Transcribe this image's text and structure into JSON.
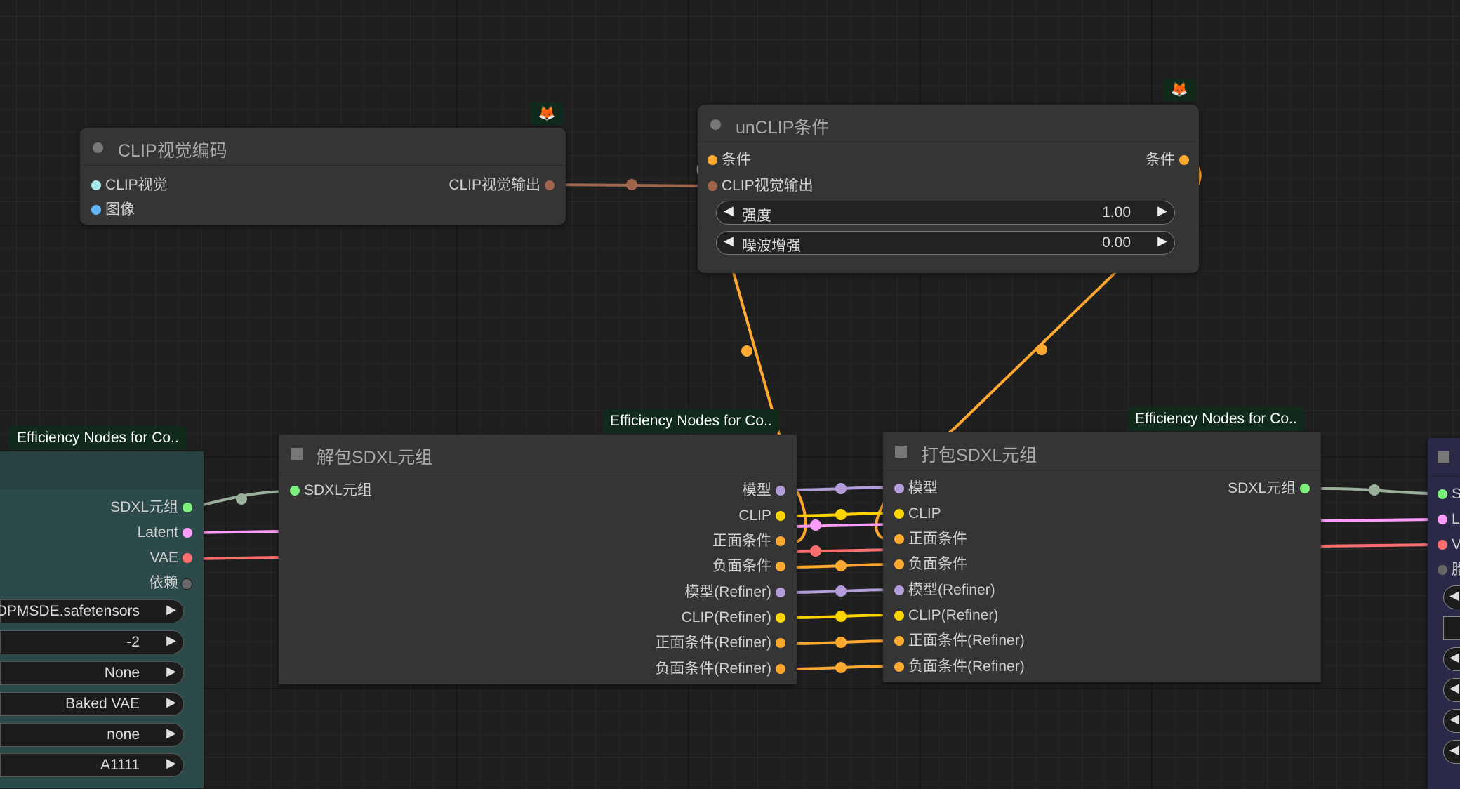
{
  "canvas": {
    "app": "ComfyUI node editor"
  },
  "nodes": {
    "clip_vision_encode": {
      "title": "CLIP视觉编码",
      "badge_icon": "fox-icon",
      "inputs": [
        {
          "label": "CLIP视觉",
          "color": "#a6e6e6"
        },
        {
          "label": "图像",
          "color": "#64b5f6"
        }
      ],
      "outputs": [
        {
          "label": "CLIP视觉输出",
          "color": "#a0664c"
        }
      ]
    },
    "unclip_conditioning": {
      "title": "unCLIP条件",
      "badge_icon": "fox-icon",
      "inputs": [
        {
          "label": "条件",
          "color": "#ffa931"
        },
        {
          "label": "CLIP视觉输出",
          "color": "#a0664c"
        }
      ],
      "outputs": [
        {
          "label": "条件",
          "color": "#ffa931"
        }
      ],
      "widgets": [
        {
          "label": "强度",
          "value": "1.00"
        },
        {
          "label": "噪波增强",
          "value": "0.00"
        }
      ]
    },
    "unpack_sdxl": {
      "title": "解包SDXL元组",
      "badge": "Efficiency Nodes for Co..",
      "inputs": [
        {
          "label": "SDXL元组",
          "color": "#7cf07c"
        }
      ],
      "outputs": [
        {
          "label": "模型",
          "color": "#b39ddb"
        },
        {
          "label": "CLIP",
          "color": "#ffd500"
        },
        {
          "label": "正面条件",
          "color": "#ffa931"
        },
        {
          "label": "负面条件",
          "color": "#ffa931"
        },
        {
          "label": "模型(Refiner)",
          "color": "#b39ddb"
        },
        {
          "label": "CLIP(Refiner)",
          "color": "#ffd500"
        },
        {
          "label": "正面条件(Refiner)",
          "color": "#ffa931"
        },
        {
          "label": "负面条件(Refiner)",
          "color": "#ffa931"
        }
      ]
    },
    "pack_sdxl": {
      "title": "打包SDXL元组",
      "badge": "Efficiency Nodes for Co..",
      "inputs": [
        {
          "label": "模型",
          "color": "#b39ddb"
        },
        {
          "label": "CLIP",
          "color": "#ffd500"
        },
        {
          "label": "正面条件",
          "color": "#ffa931"
        },
        {
          "label": "负面条件",
          "color": "#ffa931"
        },
        {
          "label": "模型(Refiner)",
          "color": "#b39ddb"
        },
        {
          "label": "CLIP(Refiner)",
          "color": "#ffd500"
        },
        {
          "label": "正面条件(Refiner)",
          "color": "#ffa931"
        },
        {
          "label": "负面条件(Refiner)",
          "color": "#ffa931"
        }
      ],
      "outputs": [
        {
          "label": "SDXL元组",
          "color": "#7cf07c"
        }
      ]
    },
    "efficient_loader_left": {
      "badge": "Efficiency Nodes for Co..",
      "outputs": [
        {
          "label": "SDXL元组",
          "color": "#7cf07c"
        },
        {
          "label": "Latent",
          "color": "#ff9cf9"
        },
        {
          "label": "VAE",
          "color": "#ff6e6e"
        },
        {
          "label": "依赖",
          "color": "#666666"
        }
      ],
      "widgets": [
        {
          "value": "DPMSDE.safetensors"
        },
        {
          "value": "-2"
        },
        {
          "value": "None"
        },
        {
          "value": "Baked VAE"
        },
        {
          "value": "none"
        },
        {
          "value": "A1111"
        }
      ]
    },
    "right_partial_node": {
      "inputs": [
        {
          "label": "S",
          "color": "#7cf07c"
        },
        {
          "label": "L",
          "color": "#ff9cf9"
        },
        {
          "label": "V",
          "color": "#ff6e6e"
        },
        {
          "label": "腊",
          "color": "#666666"
        }
      ]
    }
  },
  "colors": {
    "canvas_bg": "#1f1f1f",
    "node_bg": "#353535",
    "left_node_bg": "#2d4a4a",
    "right_node_bg": "#2a2a48",
    "badge_bg": "#102b1c",
    "link_conditioning": "#ffa931",
    "link_clip": "#ffd500",
    "link_model": "#b39ddb",
    "link_latent": "#ff9cf9",
    "link_vae": "#ff6e6e",
    "link_sdxl": "#9ab09a",
    "link_clip_vision_output": "#a0664c"
  }
}
